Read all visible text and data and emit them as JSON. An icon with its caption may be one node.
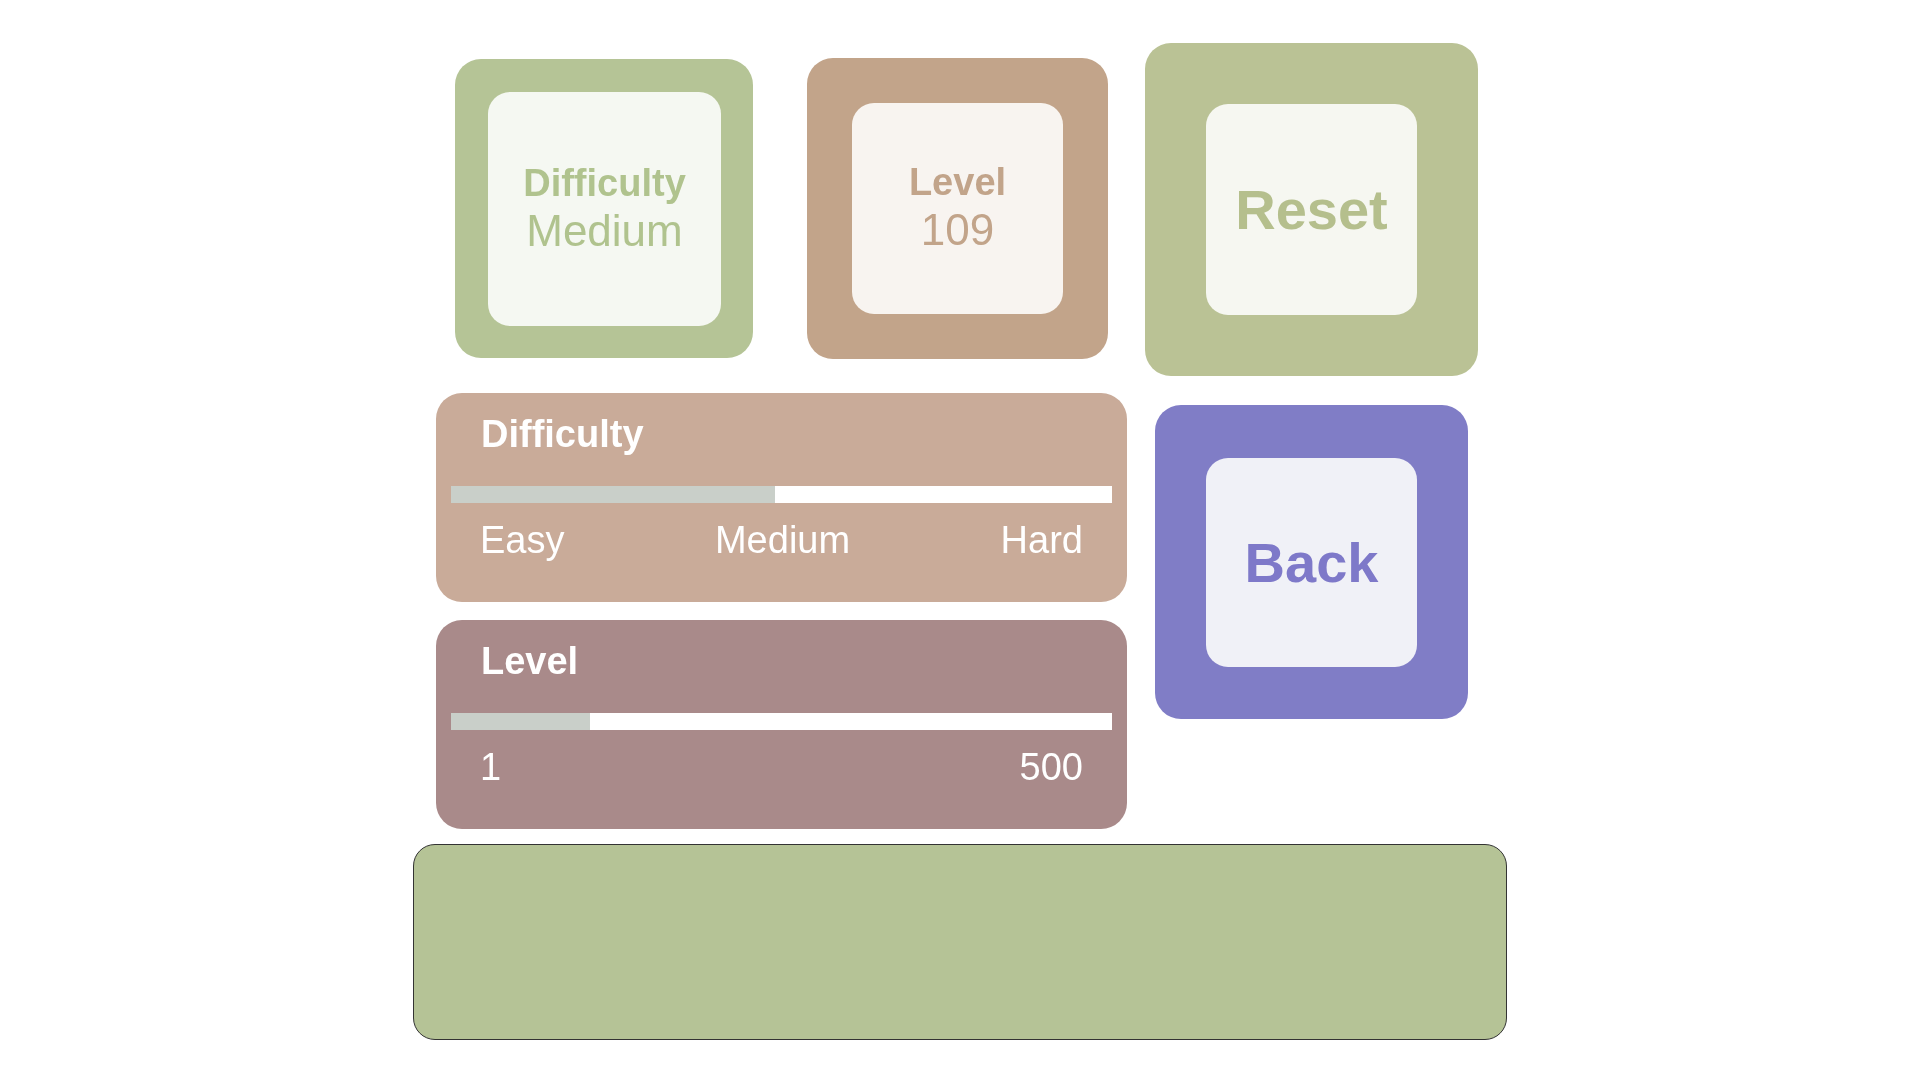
{
  "diagram": {
    "nodes": [
      {
        "text": [],
        "shape": "box"
      },
      {
        "text": [
          "Difficulty",
          "Medium"
        ],
        "in": 0
      },
      {
        "text": [],
        "shape": "box"
      },
      {
        "text": [
          "Level",
          "109"
        ],
        "in": 2
      },
      {
        "text": [],
        "shape": "box"
      },
      {
        "text": [
          "Reset"
        ],
        "in": 4
      },
      {
        "text": [
          "Difficulty",
          "Easy",
          "Medium",
          "Hard"
        ]
      },
      {
        "text": [],
        "shape": "box"
      },
      {
        "text": [
          "Back"
        ],
        "in": 7
      },
      {
        "text": [
          "Level",
          "1",
          "500"
        ]
      },
      {
        "text": [],
        "shape": "box"
      }
    ]
  }
}
